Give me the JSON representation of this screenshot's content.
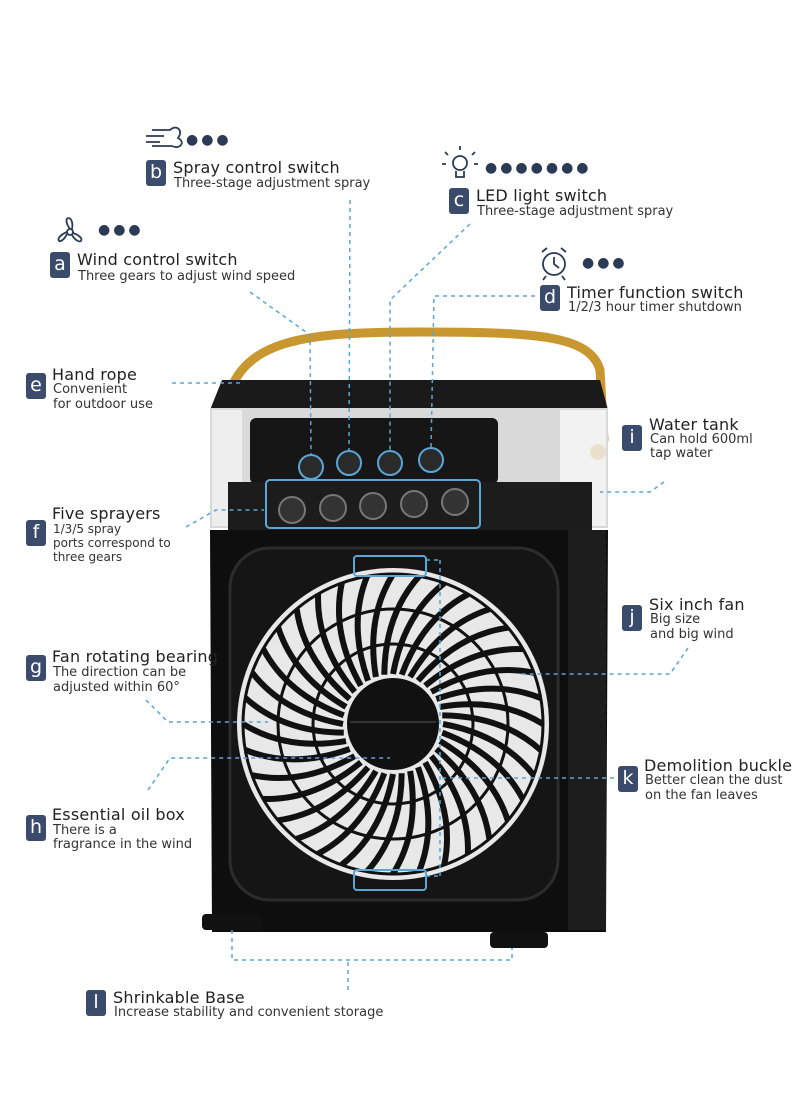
{
  "callouts": {
    "a": {
      "letter": "a",
      "title": "Wind control switch",
      "desc": [
        "Three gears to adjust wind speed"
      ],
      "icon": "fan-icon",
      "dots": "●●●"
    },
    "b": {
      "letter": "b",
      "title": "Spray control switch",
      "desc": [
        "Three-stage adjustment spray"
      ],
      "icon": "spray-icon",
      "dots": "●●●"
    },
    "c": {
      "letter": "c",
      "title": "LED light switch",
      "desc": [
        "Three-stage adjustment spray"
      ],
      "icon": "light-bulb-icon",
      "dots": "●●●●●●●"
    },
    "d": {
      "letter": "d",
      "title": "Timer function switch",
      "desc": [
        "1/2/3 hour timer shutdown"
      ],
      "icon": "alarm-clock-icon",
      "dots": "●●●"
    },
    "e": {
      "letter": "e",
      "title": "Hand rope",
      "desc": [
        "Convenient",
        "for outdoor use"
      ]
    },
    "f": {
      "letter": "f",
      "title": "Five sprayers",
      "desc": [
        "1/3/5 spray",
        "ports correspond to",
        "three gears"
      ]
    },
    "g": {
      "letter": "g",
      "title": "Fan rotating bearing",
      "desc": [
        "The direction can be",
        "adjusted within 60°"
      ]
    },
    "h": {
      "letter": "h",
      "title": "Essential oil box",
      "desc": [
        "There is a",
        "fragrance in the wind"
      ]
    },
    "i": {
      "letter": "i",
      "title": "Water tank",
      "desc": [
        "Can hold 600ml",
        "tap water"
      ]
    },
    "j": {
      "letter": "j",
      "title": "Six inch fan",
      "desc": [
        "Big size",
        "and big wind"
      ]
    },
    "k": {
      "letter": "k",
      "title": "Demolition buckle",
      "desc": [
        "Better clean the dust",
        "on the fan leaves"
      ]
    },
    "l": {
      "letter": "l",
      "title": "Shrinkable Base",
      "desc": [
        "Increase stability and convenient storage"
      ]
    }
  },
  "colors": {
    "badge": "#3b4b6b",
    "leader": "#5aa6d6",
    "body": "#111111",
    "handle": "#c9972f"
  }
}
